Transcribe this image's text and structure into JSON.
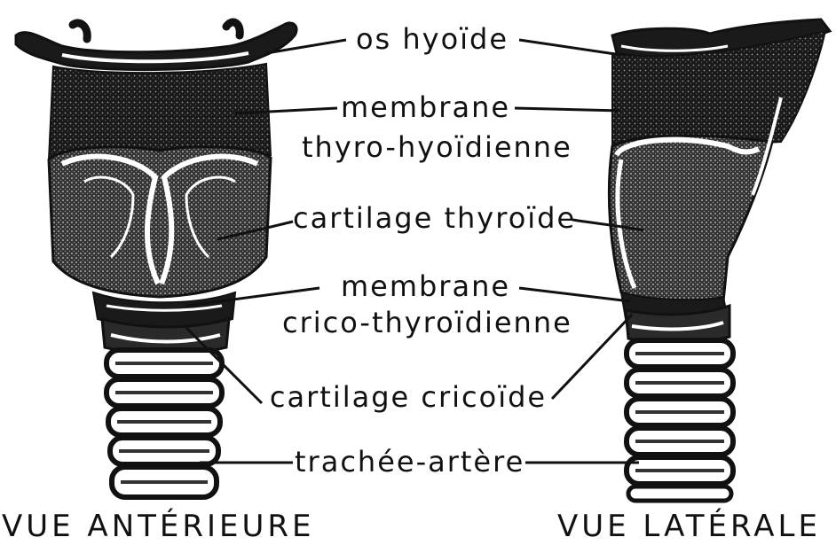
{
  "colors": {
    "ink": "#111111",
    "paper": "#ffffff",
    "tissue_dark": "#2a2a2a",
    "tissue_mid": "#555555"
  },
  "labels": {
    "os_hyoide": "os hyoïde",
    "membrane_thyro_hyoidienne_line1": "membrane",
    "membrane_thyro_hyoidienne_line2": "thyro-hyoïdienne",
    "cartilage_thyroide": "cartilage thyroïde",
    "membrane_crico_thyroidienne_line1": "membrane",
    "membrane_crico_thyroidienne_line2": "crico-thyroïdienne",
    "cartilage_cricoide": "cartilage cricoïde",
    "trachee_artere": "trachée-artère"
  },
  "captions": {
    "anterior_view": "VUE ANTÉRIEURE",
    "lateral_view": "VUE LATÉRALE"
  }
}
